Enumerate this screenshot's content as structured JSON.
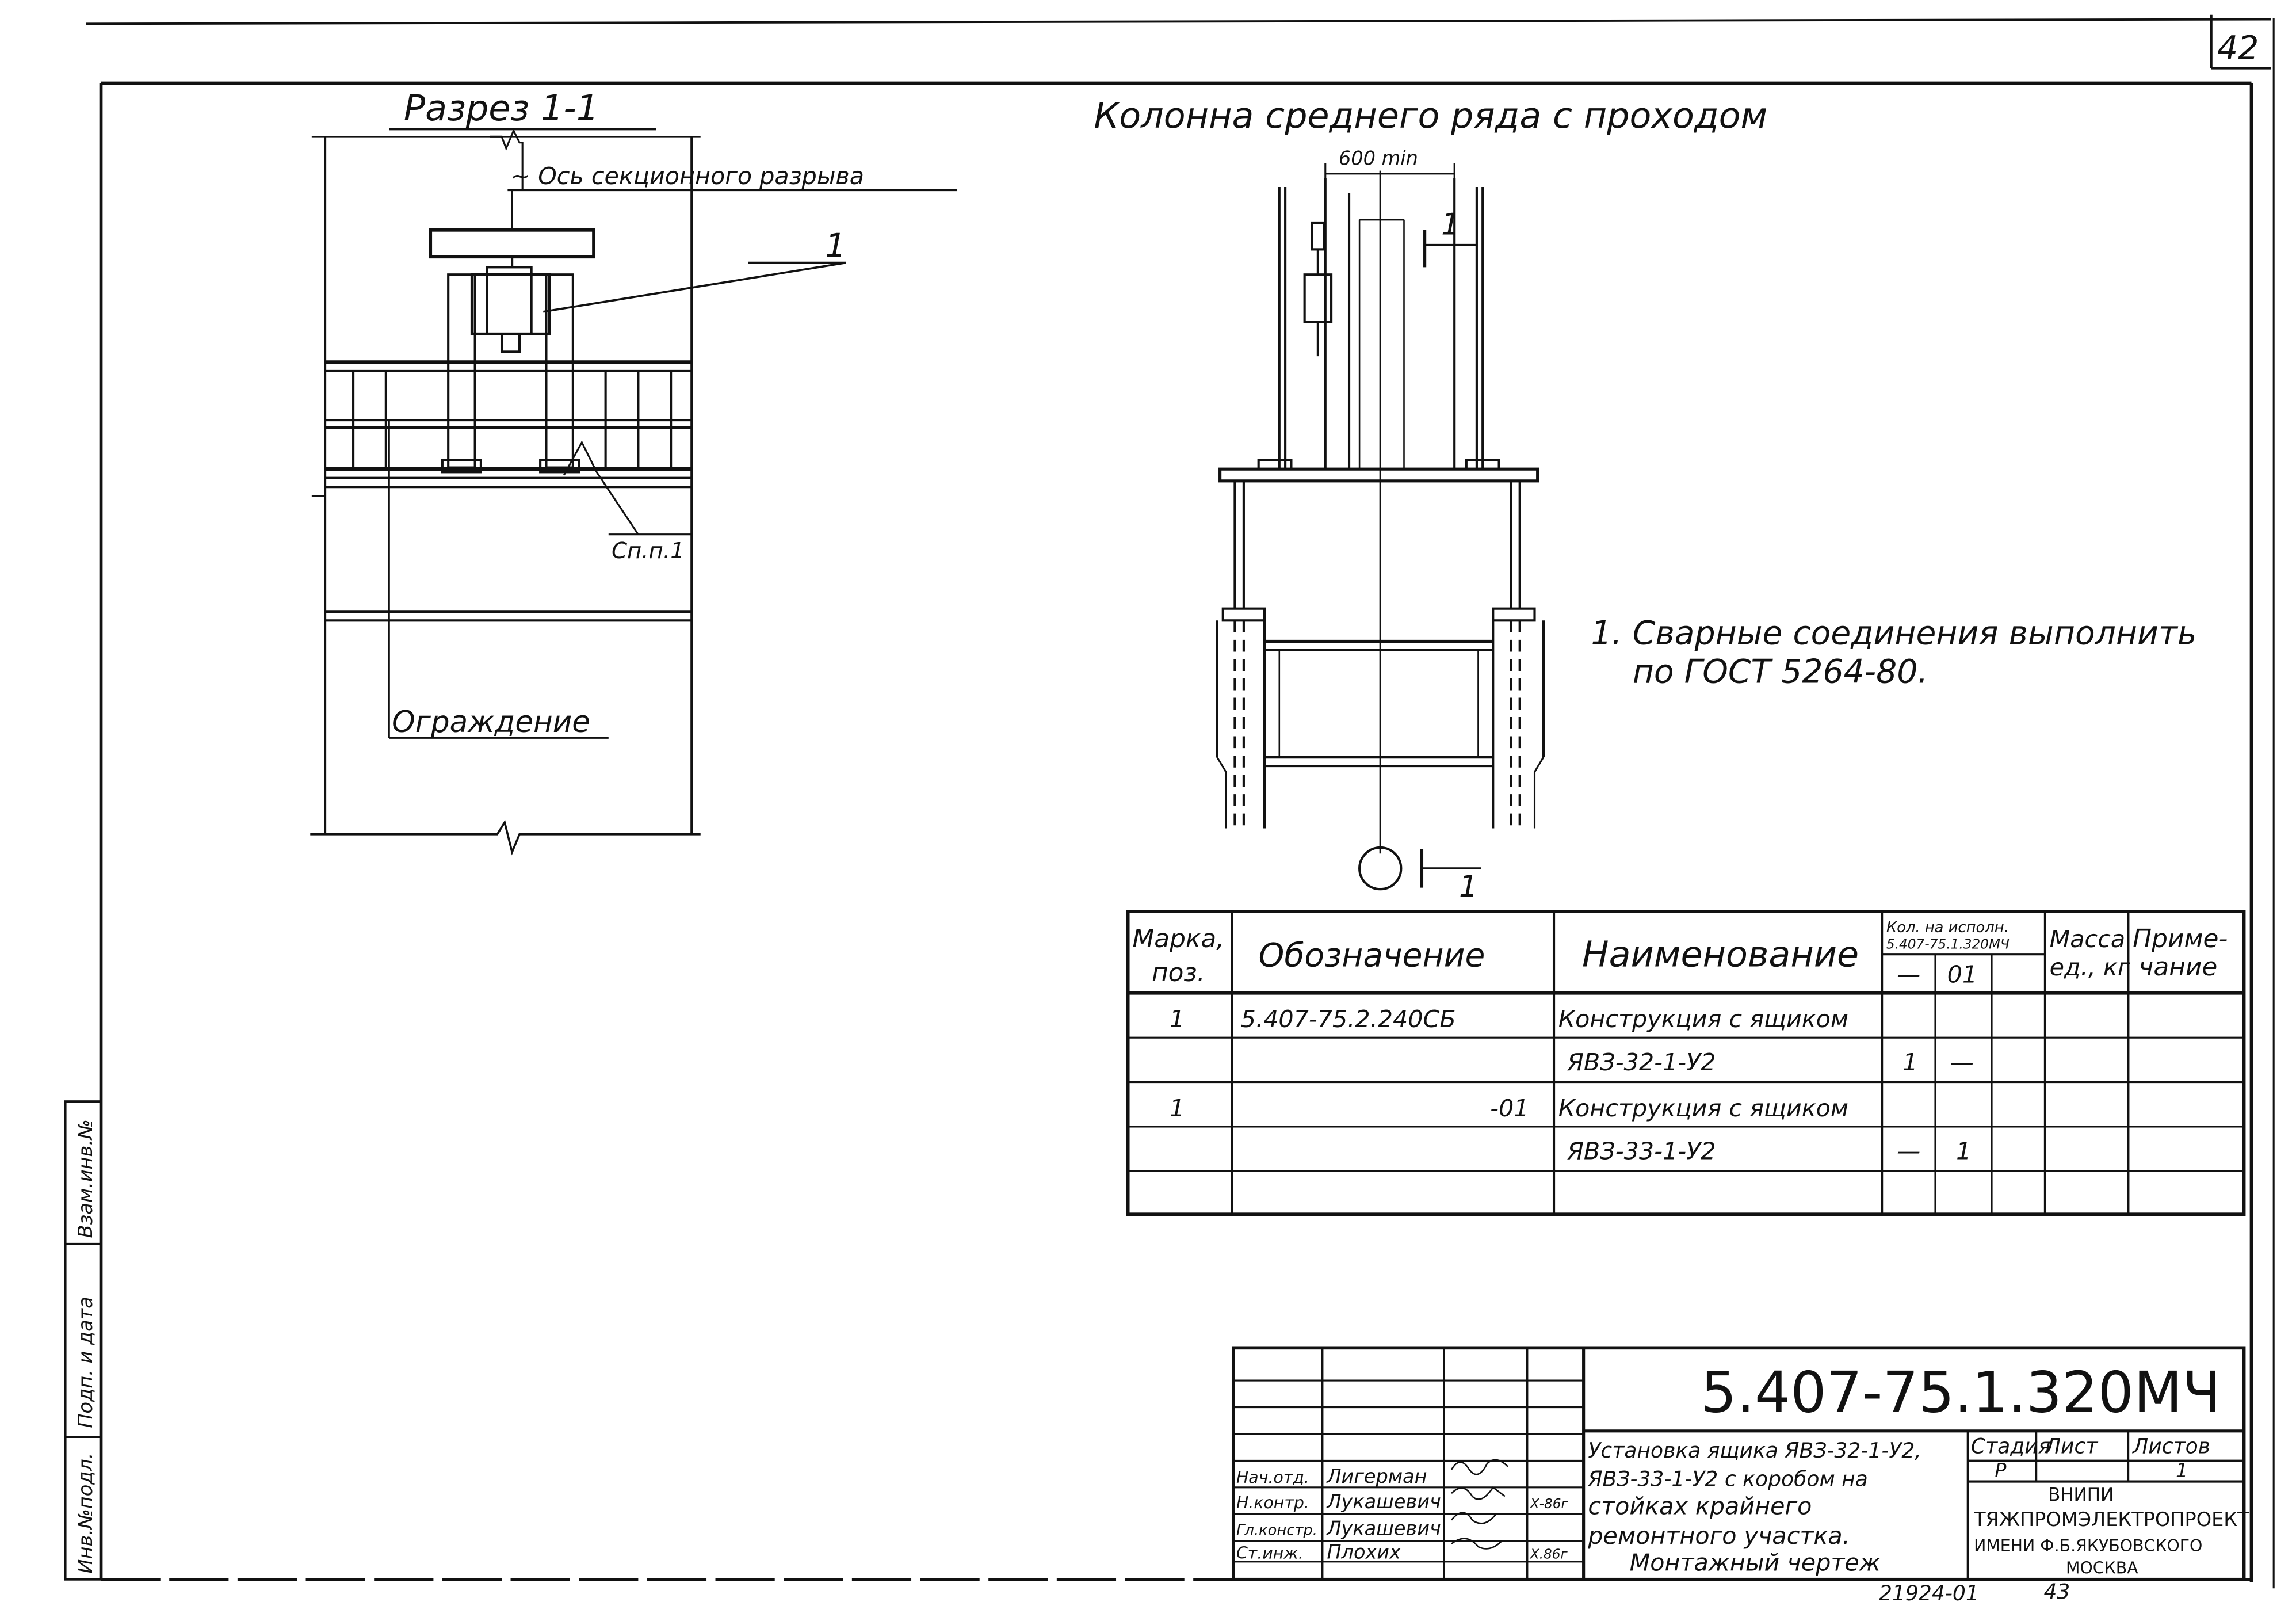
{
  "sheet": {
    "page_number": "42",
    "bottom_code": "21924-01",
    "bottom_page": "43"
  },
  "section_view": {
    "title": "Разрез 1-1",
    "axis_label": "~ Ось секционного разрыва",
    "callout_1": "1",
    "note_ref": "Сп.п.1",
    "fence_label": "Ограждение"
  },
  "column_view": {
    "title": "Колонна среднего ряда с проходом",
    "dimension": "600 min",
    "callout_1": "1",
    "section_mark": "1"
  },
  "notes": {
    "line1": "1. Сварные соединения выполнить",
    "line2": "по ГОСТ 5264-80."
  },
  "spec_table": {
    "headers": {
      "mark": [
        "Марка,",
        "поз."
      ],
      "designation": "Обозначение",
      "name": "Наименование",
      "qty_title": [
        "Кол. на исполн.",
        "5.407-75.1.320МЧ"
      ],
      "qty_cols": [
        "—",
        "01",
        ""
      ],
      "mass": [
        "Масса",
        "ед., кг"
      ],
      "note": [
        "Приме-",
        "чание"
      ]
    },
    "rows": [
      {
        "mark": "1",
        "designation": "5.407-75.2.240СБ",
        "name": "Конструкция с ящиком",
        "q1": "",
        "q2": "",
        "q3": "",
        "mass": "",
        "note": ""
      },
      {
        "mark": "",
        "designation": "",
        "name": "ЯВЗ-32-1-У2",
        "q1": "1",
        "q2": "—",
        "q3": "",
        "mass": "",
        "note": ""
      },
      {
        "mark": "1",
        "designation": "-01",
        "name": "Конструкция с ящиком",
        "q1": "",
        "q2": "",
        "q3": "",
        "mass": "",
        "note": ""
      },
      {
        "mark": "",
        "designation": "",
        "name": "ЯВЗ-33-1-У2",
        "q1": "—",
        "q2": "1",
        "q3": "",
        "mass": "",
        "note": ""
      },
      {
        "mark": "",
        "designation": "",
        "name": "",
        "q1": "",
        "q2": "",
        "q3": "",
        "mass": "",
        "note": ""
      }
    ]
  },
  "title_block": {
    "doc_code": "5.407-75.1.320МЧ",
    "description": [
      "Установка ящика ЯВЗ-32-1-У2,",
      "ЯВЗ-33-1-У2 с коробом на",
      "стойках крайнего",
      "ремонтного участка.",
      "Монтажный чертеж"
    ],
    "stage_label": "Стадия",
    "sheet_label": "Лист",
    "sheets_label": "Листов",
    "stage": "Р",
    "sheets": "1",
    "org": [
      "ВНИПИ",
      "ТЯЖПРОМЭЛЕКТРОПРОЕКТ",
      "ИМЕНИ Ф.Б.ЯКУБОВСКОГО",
      "МОСКВА"
    ],
    "staff": [
      {
        "role": "Нач.отд.",
        "name": "Лигерман",
        "date": ""
      },
      {
        "role": "Н.контр.",
        "name": "Лукашевич",
        "date": "Х-86г"
      },
      {
        "role": "Гл.констр.",
        "name": "Лукашевич",
        "date": ""
      },
      {
        "role": "Ст.инж.",
        "name": "Плохих",
        "date": "Х.86г"
      }
    ]
  },
  "side_stamp": [
    "Инв.№подл.",
    "Подп. и дата",
    "Взам.инв.№"
  ]
}
